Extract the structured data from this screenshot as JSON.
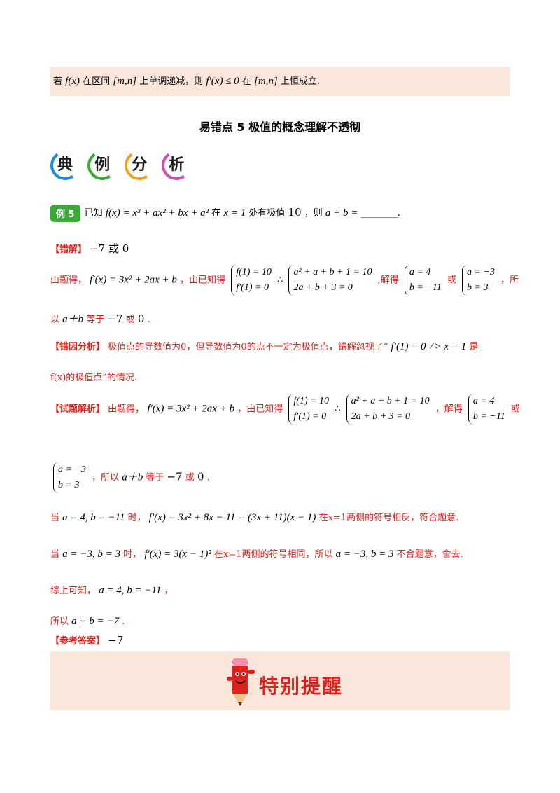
{
  "top_note": {
    "p1": "若",
    "m1": "f(x)",
    "p2": "在区间",
    "m2": "[m,n]",
    "p3": "上单调递减，则",
    "m3": "f′(x) ≤ 0",
    "p4": "在",
    "m4": "[m,n]",
    "p5": "上恒成立."
  },
  "section_title": "易错点 5  极值的概念理解不透彻",
  "banner": [
    "典",
    "例",
    "分",
    "析"
  ],
  "example": {
    "badge": "例 5",
    "p1": "已知",
    "m1": "f(x) = x³ + ax² + bx + a²",
    "p2": "在",
    "m2": "x = 1",
    "p3": "处有极值",
    "m3": "10",
    "p4": "，则",
    "m4": "a + b =",
    "blank": "________."
  },
  "wrong_answer": {
    "tag": "【错解】",
    "text": "−7 或 0"
  },
  "wrong_solution": {
    "p1": "由题得，",
    "m1": "f′(x) = 3x² + 2ax + b",
    "p2": "，由已知得",
    "sys1": [
      "f(1) = 10",
      "f′(1) = 0"
    ],
    "p3": "∴",
    "sys2": [
      "a² + a + b + 1 = 10",
      "2a + b + 3 = 0"
    ],
    "p4": ",解得",
    "sys3": [
      "a = 4",
      "b = −11"
    ],
    "p5": "或",
    "sys4": [
      "a = −3",
      "b = 3"
    ],
    "p6": "，所",
    "line2_p1": "以",
    "line2_m1": "a＋b",
    "line2_p2": "等于",
    "line2_m2": "−7",
    "line2_p3": "或",
    "line2_m3": "0",
    "line2_p4": "."
  },
  "error_analysis": {
    "tag": "【错因分析】",
    "text": "极值点的导数值为0，但导数值为0的点不一定为极值点，错解忽视了“",
    "math": "f′(1) = 0 ≠> x = 1",
    "text2": "是",
    "line2": "f(x)的极值点”的情况."
  },
  "correct_solution": {
    "tag": "【试题解析】",
    "p1": "由题得，",
    "m1": "f′(x) = 3x² + 2ax + b",
    "p2": "，由已知得",
    "sys1": [
      "f(1) = 10",
      "f′(1) = 0"
    ],
    "p3": "∴",
    "sys2": [
      "a² + a + b + 1 = 10",
      "2a + b + 3 = 0"
    ],
    "p4": "，解得",
    "sys3": [
      "a = 4",
      "b = −11"
    ],
    "p5": "或",
    "sys4": [
      "a = −3",
      "b = 3"
    ],
    "p6": "，所以",
    "m_sum": "a＋b",
    "p7": "等于",
    "m_vals": "−7",
    "p8": "或",
    "m_zero": "0",
    "p9": "."
  },
  "case1": {
    "p1": "当",
    "m1": "a = 4, b = −11",
    "p2": "时，",
    "m2": "f′(x) = 3x² + 8x − 11 = (3x + 11)(x − 1)",
    "p3": "在x=1两侧的符号相反，符合题意."
  },
  "case2": {
    "p1": "当",
    "m1": "a = −3, b = 3",
    "p2": "时，",
    "m2": "f′(x) = 3(x − 1)²",
    "p3": "在x=1两侧的符号相同，所以",
    "m3": "a = −3, b = 3",
    "p4": "不合题意，舍去."
  },
  "summary": {
    "p1": "综上可知，",
    "m1": "a = 4, b = −11",
    "p2": "，"
  },
  "result": {
    "p1": "所以",
    "m1": "a + b = −7",
    "p2": "."
  },
  "reference_answer": {
    "tag": "【参考答案】",
    "value": "−7"
  },
  "tip": {
    "label": "特别提醒"
  },
  "colors": {
    "accent_red": "#e0201c",
    "note_bg": "#fbe6dc",
    "badge_green": "#3aa935"
  }
}
